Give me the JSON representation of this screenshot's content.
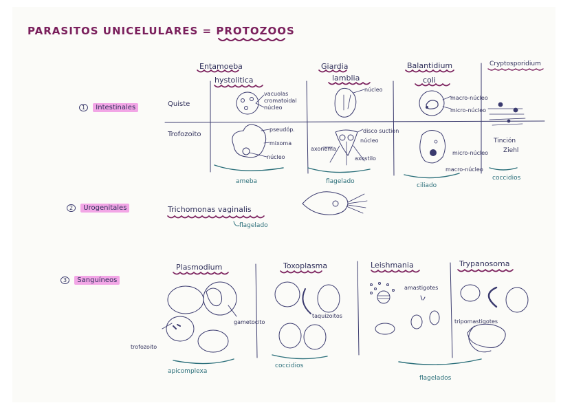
{
  "title": "PARASITOS  UNICELULARES  = PROTOZOOS",
  "categories": [
    {
      "number": "1",
      "label": "Intestinales"
    },
    {
      "number": "2",
      "label": "Urogenitales"
    },
    {
      "number": "3",
      "label": "Sanguíneos"
    }
  ],
  "intestinal": {
    "rows": {
      "quiste": "Quiste",
      "trofozoito": "Trofozoito"
    },
    "organisms": [
      {
        "name_line1": "Entamoeba",
        "name_line2": "hystolitica",
        "classification": "ameba",
        "quiste_labels": [
          "vacuolas",
          "cromatoidal",
          "núcleo"
        ],
        "trofozoito_labels": [
          "pseudóp.",
          "mixoma",
          "núcleo"
        ]
      },
      {
        "name_line1": "Giardia",
        "name_line2": "lamblia",
        "classification": "flagelado",
        "quiste_labels": [
          "núcleo"
        ],
        "trofozoito_labels": [
          "disco suction",
          "núcleo",
          "axonema",
          "axostilo"
        ]
      },
      {
        "name_line1": "Balantidium",
        "name_line2": "coli",
        "classification": "ciliado",
        "quiste_labels": [
          "macro-núcleo",
          "micro-núcleo"
        ],
        "trofozoito_labels": [
          "micro-núcleo",
          "macro-núcleo"
        ]
      },
      {
        "name_line1": "Cryptosporidium",
        "name_line2": "",
        "classification": "coccidios",
        "quiste_labels": [],
        "trofozoito_labels": [
          "Tinción",
          "Ziehl"
        ]
      }
    ]
  },
  "urogenital": {
    "organism": "Trichomonas  vaginalis",
    "classification": "flagelado"
  },
  "blood": {
    "organisms": [
      {
        "name": "Plasmodium",
        "labels": [
          "gametocito",
          "trofozoito"
        ]
      },
      {
        "name": "Toxoplasma",
        "labels": [
          "taquizoitos"
        ]
      },
      {
        "name": "Leishmania",
        "labels": [
          "amastigotes"
        ]
      },
      {
        "name": "Trypanosoma",
        "labels": [
          "tripomastigotes"
        ]
      }
    ],
    "group_labels": [
      "apicomplexa",
      "coccidios",
      "flagelados"
    ]
  }
}
